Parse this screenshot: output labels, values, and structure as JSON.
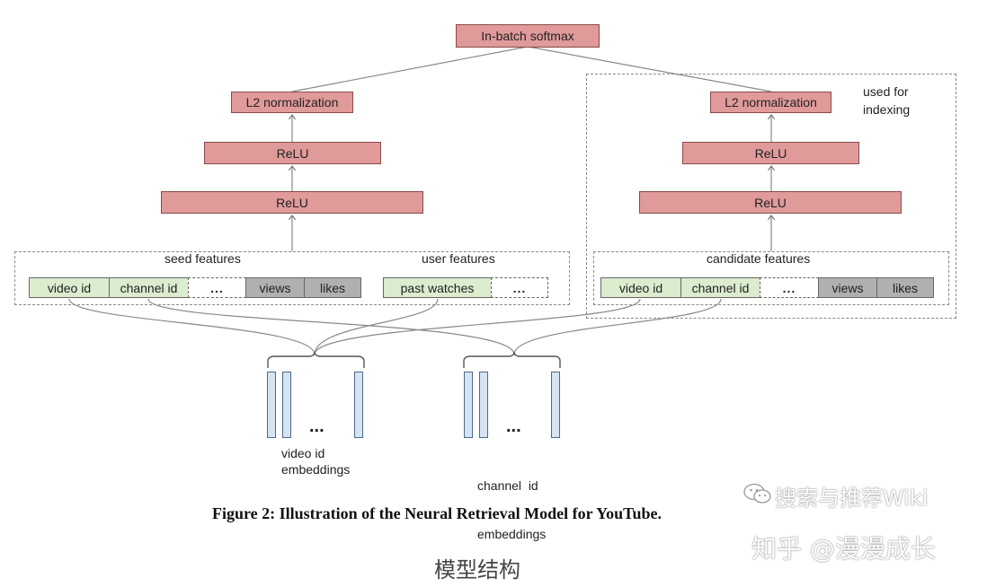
{
  "top": {
    "softmax": "In-batch softmax"
  },
  "left_tower": {
    "l2": "L2 normalization",
    "relu_upper": "ReLU",
    "relu_lower": "ReLU"
  },
  "right_tower": {
    "l2": "L2 normalization",
    "relu_upper": "ReLU",
    "relu_lower": "ReLU",
    "indexing_note_line1": "used for",
    "indexing_note_line2": "indexing"
  },
  "left_features": {
    "seed_label": "seed features",
    "user_label": "user features",
    "cells": [
      "video id",
      "channel id",
      "...",
      "views",
      "likes",
      "past watches",
      "..."
    ]
  },
  "right_features": {
    "candidate_label": "candidate features",
    "cells": [
      "video id",
      "channel id",
      "...",
      "views",
      "likes"
    ]
  },
  "embeddings": {
    "video": {
      "dots": "...",
      "label_line1": "video id",
      "label_line2": "embeddings"
    },
    "channel": {
      "dots": "...",
      "label_line1": "channel  id",
      "label_line2": "embeddings"
    }
  },
  "caption": "Figure 2: Illustration of the Neural Retrieval Model for YouTube.",
  "subtitle": "模型结构",
  "watermarks": {
    "line1": "搜索与推荐Wiki",
    "line2": "知乎 @漫漫成长"
  },
  "colors": {
    "layer_fill": "#e09a9a",
    "id_feature_fill": "#dbeccf",
    "count_feature_fill": "#b0b0b0",
    "embedding_fill": "#d6e4f2"
  }
}
